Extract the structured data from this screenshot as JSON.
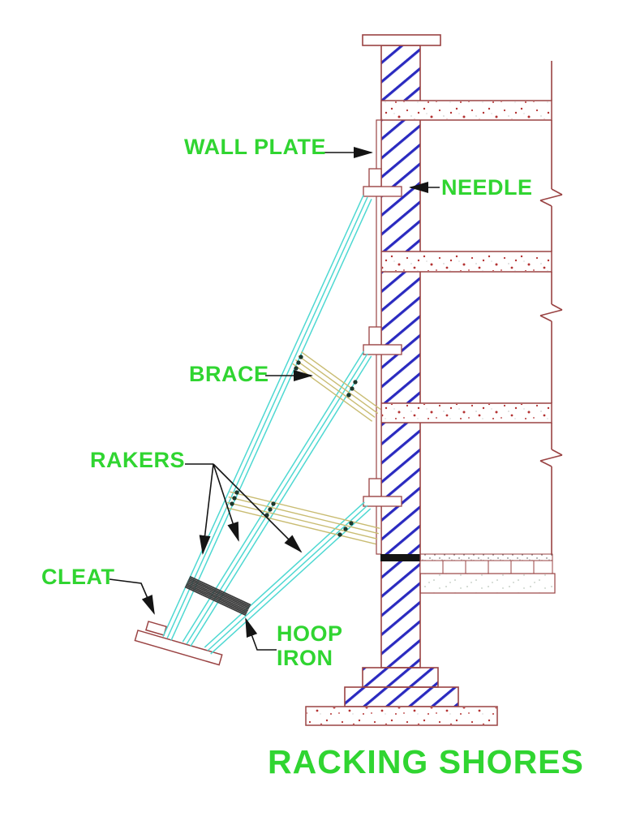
{
  "title": "RACKING SHORES",
  "labels": {
    "wall_plate": "WALL PLATE",
    "needle": "NEEDLE",
    "brace": "BRACE",
    "rakers": "RAKERS",
    "cleat": "CLEAT",
    "hoop_iron": "HOOP IRON"
  },
  "colors": {
    "green": "#30d531",
    "maroon": "#9a4343",
    "blue": "#2a2ac0",
    "cyan": "#4ed8d2",
    "olive": "#c9bc72",
    "speck": "#b43232",
    "ink": "#141414",
    "hoop": "#3c3c3c",
    "bolt": "#1e3b2e",
    "lite": "#a3b2a3"
  }
}
